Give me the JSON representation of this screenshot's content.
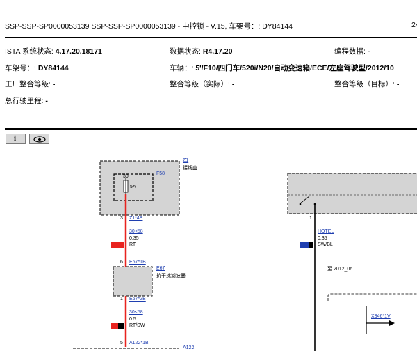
{
  "header": {
    "title": "SSP-SSP-SP0000053139 SSP-SSP-SP0000053139 - 中控锁 - V.15, 车架号：: DY84144",
    "page_num": "24"
  },
  "info": {
    "ista_label": "ISTA 系统状态:",
    "ista_value": "4.17.20.18171",
    "data_label": "数据状态:",
    "data_value": "R4.17.20",
    "prog_label": "编程数据:",
    "prog_value": "-",
    "vin_label": "车架号：:",
    "vin_value": "DY84144",
    "vehicle_label": "车辆：:",
    "vehicle_value": "5'/F10/四门车/520i/N20/自动变速箱/ECE/左座驾驶型/2012/10",
    "factory_label": "工厂整合等级:",
    "factory_value": "-",
    "actual_label": "整合等级（实际）:",
    "actual_value": "-",
    "target_label": "整合等级（目标）:",
    "target_value": "-",
    "mileage_label": "总行驶里程:",
    "mileage_value": "-"
  },
  "toolbar": {
    "info_icon": "info-icon",
    "eye_icon": "eye-icon"
  },
  "diagram": {
    "z1_id": "Z1",
    "z1_name": "接线盒",
    "f58_id": "F58",
    "fuse_num": "30",
    "fuse_amp": "5A",
    "pin3": "3",
    "pin_z1": "Z1*4B",
    "wire1_code": "30<58",
    "wire1_size": "0.35",
    "wire1_color": "RT",
    "pin6": "6",
    "pin_e67_1b": "E67*1B",
    "e67_id": "E67",
    "e67_name": "抗干扰滤波器",
    "pin1": "1",
    "pin_e67_2b": "E67*2B",
    "wire2_code": "30<58",
    "wire2_size": "0.5",
    "wire2_color": "RT/SW",
    "pin5": "5",
    "pin_a122": "A122*1B",
    "a122_id": "A122",
    "right_pin": "1",
    "hotel": "HOTEL",
    "wire3_size": "0.35",
    "wire3_color": "SW/BL",
    "upto": "至 2012_06",
    "x346": "X346*1V"
  },
  "colors": {
    "wire_red": "#e8231f",
    "wire_black": "#000000",
    "box_fill": "#d4d4d4",
    "link": "#1f3fb0"
  }
}
